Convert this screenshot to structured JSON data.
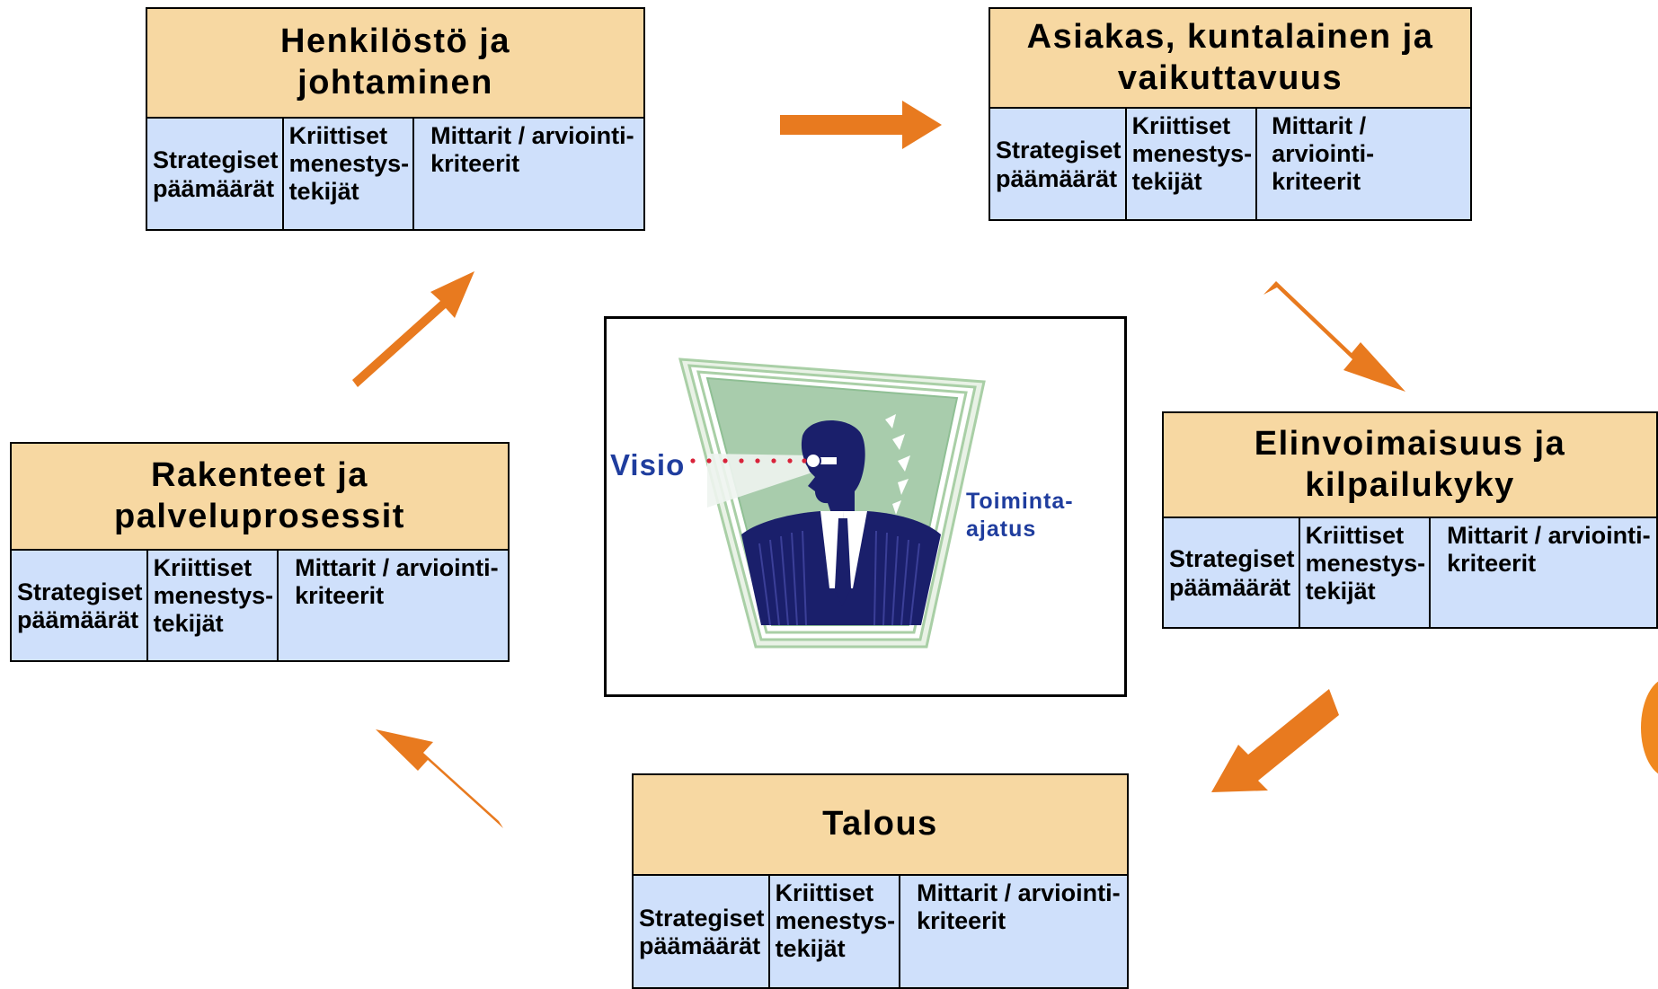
{
  "center": {
    "visio": "Visio",
    "toiminta_line1": "Toiminta-",
    "toiminta_line2": "ajatus"
  },
  "perspectives": [
    {
      "title": "Henkilöstö ja johtaminen",
      "col1": "Strategiset päämäärät",
      "col2": "Kriittiset menestys- tekijät",
      "col3": "Mittarit / arviointi- kriteerit"
    },
    {
      "title": "Asiakas, kuntalainen ja vaikuttavuus",
      "col1": "Strategiset päämäärät",
      "col2": "Kriittiset menestys- tekijät",
      "col3": "Mittarit / arviointi- kriteerit"
    },
    {
      "title": "Elinvoimaisuus ja kilpailukyky",
      "col1": "Strategiset päämäärät",
      "col2": "Kriittiset menestys- tekijät",
      "col3": "Mittarit / arviointi- kriteerit"
    },
    {
      "title": "Talous",
      "col1": "Strategiset päämäärät",
      "col2": "Kriittiset menestys- tekijät",
      "col3": "Mittarit / arviointi- kriteerit"
    },
    {
      "title": "Rakenteet ja palveluprosessit",
      "col1": "Strategiset päämäärät",
      "col2": "Kriittiset menestys- tekijät",
      "col3": "Mittarit / arviointi- kriteerit"
    }
  ],
  "colors": {
    "header_bg": "#f7d8a2",
    "cell_bg": "#cfe0fb",
    "arrow": "#e87a1f",
    "visio_text": "#1f3d9e",
    "toiminta_text": "#1f3d9e",
    "dots": "#d8233a"
  }
}
